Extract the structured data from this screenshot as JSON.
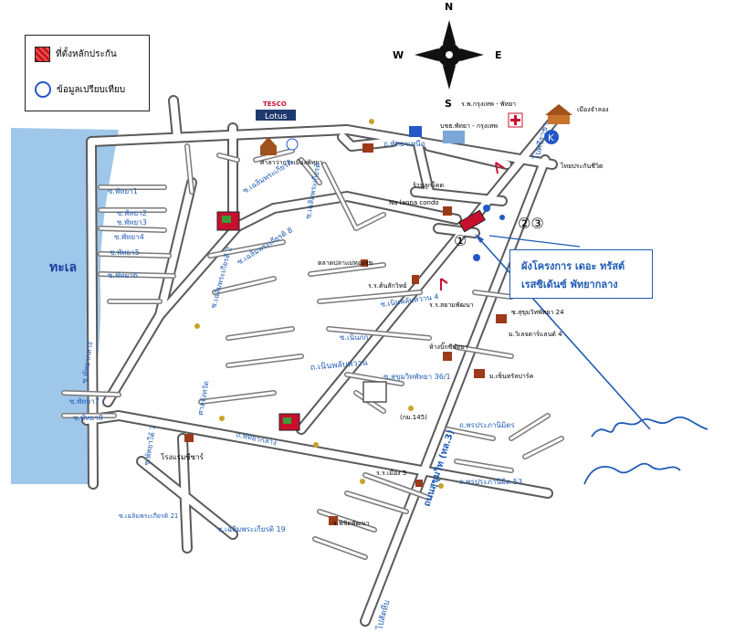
{
  "legend": {
    "collateral_label": "ที่ตั้งหลักประกัน",
    "comparison_label": "ข้อมูลเปรียบเทียบ"
  },
  "compass": {
    "north": "N",
    "south": "S",
    "east": "E",
    "west": "W"
  },
  "project": {
    "line1": "ผังโครงการ เดอะ ทรัสต์",
    "line2": "เรสซิเด้นซ์ พัทยากลาง"
  },
  "markers": {
    "m1": "①",
    "m23": "②③"
  },
  "labels": {
    "sea": "ทะเล",
    "tesco": "TESCO",
    "lotus": "Lotus",
    "hospital": "ร.พ.กรุงเทพ - พัทยา",
    "bank": "บชธ.พัทยา - กรุงเทพ",
    "muang_jamlong": "เมืองจำลอง",
    "thai_insurance": "ไทยประกันชีวิต",
    "city_hall": "ศาลาว่าการเมืองพัทยา",
    "pattaya_nuea": "ถ.พัทยาเหนือ",
    "to_sriracha": "ไปศรีราชา",
    "to_sattahip": "ไปสัตหีบ",
    "sukhumvit": "ถนนสุขุมวิท (ทล.3)",
    "soi_pattaya1": "ซ.พัทยา1",
    "soi_pattaya2": "ซ.พัทยา2",
    "soi_pattaya3": "ซ.พัทยา3",
    "soi_pattaya4": "ซ.พัทยา4",
    "soi_pattaya5": "ซ.พัทยา5",
    "soi_pattaya6": "ซ.พัทยา6",
    "soi_pattaya_klang": "ซ.พัทยากลาง",
    "soi_pattaya7": "ซ.พัทยา7",
    "soi_pattaya8": "ซ.พัทยา8",
    "soi_pattaya_tai": "ซ.พัทยาใต้ 7",
    "chaloem_a": "ซ.เฉลิมพระเกียรติ",
    "chaloem_b": "ซ.เฉลิมพระเกียรติ 8",
    "chaloem_c": "ซ.เฉลิมพระเกียรติ",
    "chaloem_d": "ซ.เฉลิมพระเกียรติ 2",
    "chaloem_e": "ซ.เฉลิมพระเกียรติ 19",
    "chaloem_f": "ซ.เฉลิมพระเกียรติ 21",
    "pattaya_klang": "ถ.พัทยากลาง",
    "nern_plub_wan": "ถ.เนินพลับหวาน",
    "nern_plub_wan4": "ซ.เนินพลับหวาน 4",
    "supreme_court": "ศาลจังหวัด",
    "na_lanna": "Na lanna condo",
    "lon_look_khot": "ร้านลูกโคด",
    "pattaya_klang_road": "ถ.พัทยากลาง",
    "talad_plam": "ตลาดปลาแม่ทองสุข",
    "rs_ton_sak": "ร.ร.ต้นสักวิทย์",
    "rs_siam": "ร.ร.สยามพัฒนา",
    "sukhumvit24": "ซ.สุขุมวิทพัทยา 24",
    "land_home": "ม.วิเลจดาร์แลนด์ 4",
    "thanon_nern": "ซ.เนินกก",
    "central_market": "ห้างบิ๊กซีพัทยา",
    "sukhumvit36": "ซ.สุขุมวิทพัทยา 36/1",
    "central_park": "ม.เซ็นทรัลปาร์ค",
    "nern_plub_main": "ถ.เนินพลับหวาน",
    "km145": "(กม.145)",
    "pornprapa": "ถ.พรประภานิมิตร",
    "pornprapa53": "ถ.พรประภานิมิต 53",
    "muang5": "ร.ร.เมือง 5",
    "phichit": "ร.พิชิตพัฒนา",
    "hotel": "โรงแรมซีซาร์"
  },
  "road_color": "#6b6b6b",
  "road_fill": "#ffffff",
  "label_color": "#1e5bb5",
  "sea_color": "#9ec7ea"
}
